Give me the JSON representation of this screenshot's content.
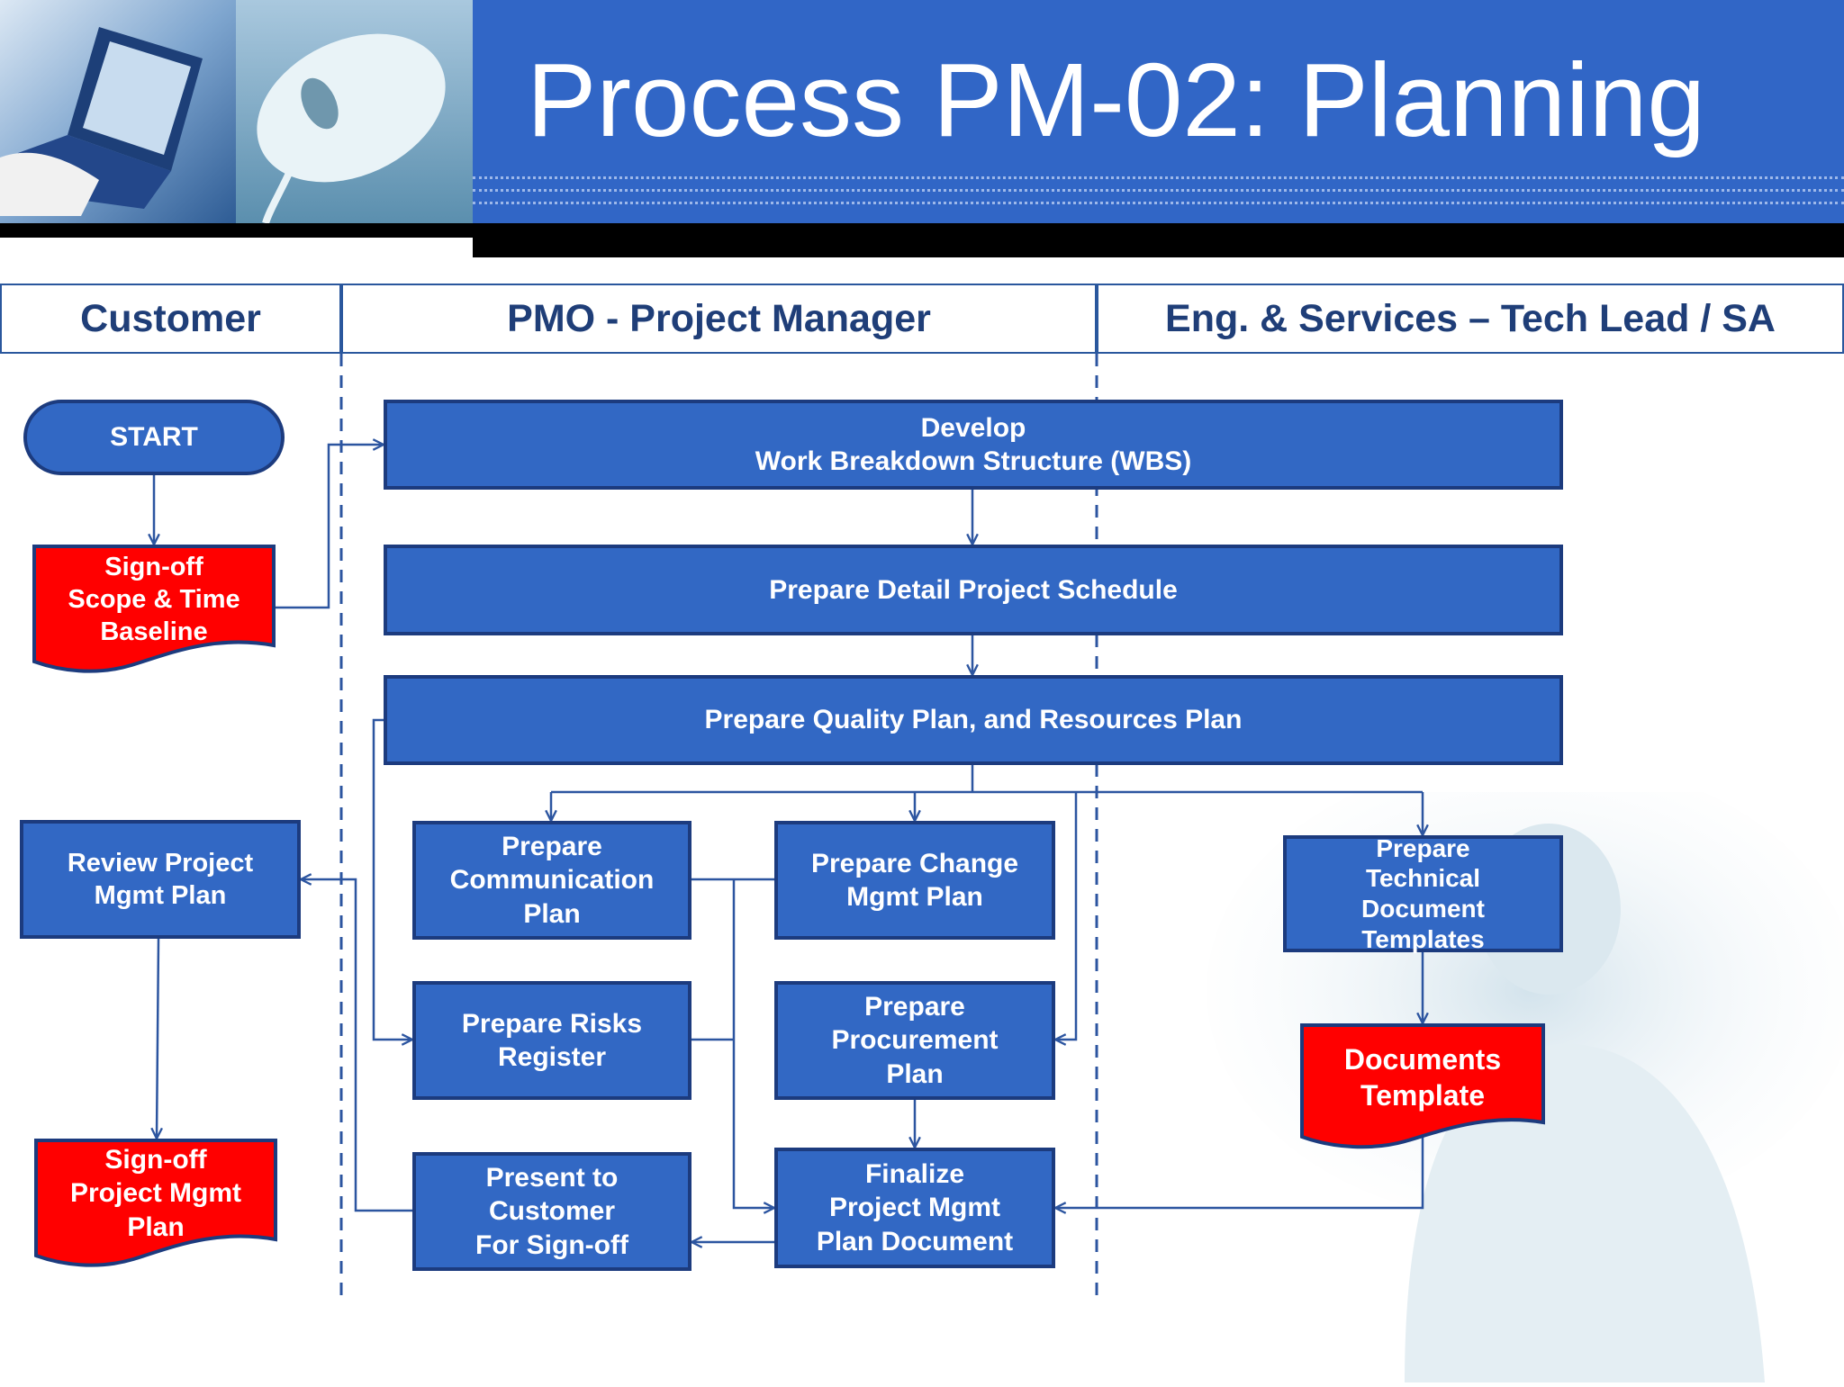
{
  "header": {
    "title": "Process PM-02: Planning"
  },
  "lanes": {
    "customer": "Customer",
    "pmo": "PMO - Project Manager",
    "eng": "Eng. & Services – Tech Lead / SA"
  },
  "nodes": {
    "start": "START",
    "signoff_scope": "Sign-off\nScope & Time\nBaseline",
    "develop_wbs": "Develop\nWork Breakdown Structure (WBS)",
    "detail_schedule": "Prepare  Detail  Project Schedule",
    "quality_plan": "Prepare Quality Plan, and Resources Plan",
    "communication_plan": "Prepare\nCommunication\nPlan",
    "change_plan": "Prepare Change\nMgmt Plan",
    "technical_templates": "Prepare\nTechnical\nDocument\nTemplates",
    "review_plan": "Review Project\nMgmt Plan",
    "risks_register": "Prepare Risks\nRegister",
    "procurement_plan": "Prepare\nProcurement\nPlan",
    "documents_template": "Documents\nTemplate",
    "signoff_plan": "Sign-off\nProject Mgmt\nPlan",
    "present_customer": "Present to\nCustomer\nFor  Sign-off",
    "finalize_document": "Finalize\nProject  Mgmt\nPlan Document"
  },
  "colors": {
    "process_fill": "#3268c4",
    "process_border": "#1c3b7e",
    "signoff_fill": "#ff0000",
    "header_blue": "#3166c6",
    "lane_text": "#1f3e78"
  }
}
